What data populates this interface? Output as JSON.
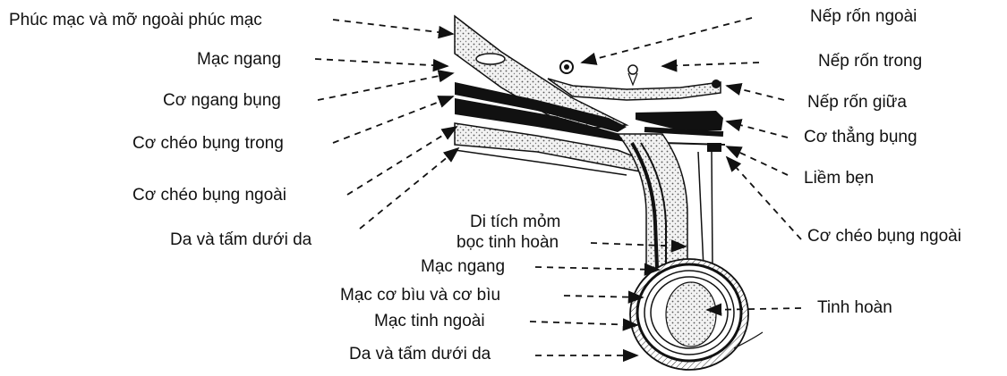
{
  "left_labels": [
    "Phúc mạc và mỡ ngoài phúc mạc",
    "Mạc ngang",
    "Cơ ngang bụng",
    "Cơ chéo bụng trong",
    "Cơ chéo bụng ngoài",
    "Da và tấm dưới da"
  ],
  "right_labels": [
    "Nếp rốn ngoài",
    "Nếp rốn trong",
    "Nếp rốn giữa",
    "Cơ thẳng bụng",
    "Liềm bẹn",
    "Cơ chéo bụng ngoài"
  ],
  "center_labels": {
    "remnant_line1": "Di tích mỏm",
    "remnant_line2": "bọc tinh hoàn",
    "transversalis": "Mạc ngang",
    "cremaster": "Mạc cơ bìu và cơ bìu",
    "external_spermatic": "Mạc tinh ngoài",
    "skin": "Da và tấm dưới da"
  },
  "testis_label": "Tinh hoàn"
}
